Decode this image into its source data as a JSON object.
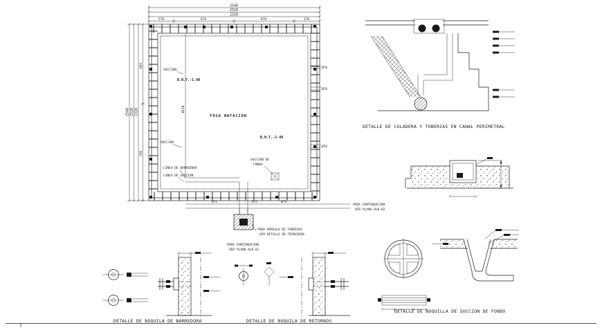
{
  "colors": {
    "ink": "#1a1a1a",
    "paper": "#ffffff"
  },
  "plan": {
    "center_label": "FOSA NATACION",
    "dims_top": [
      "2540",
      "2520",
      "2320"
    ],
    "dims_top_segments": [
      "370",
      "870",
      "870",
      "370"
    ],
    "dims_left": [
      "2540",
      "2520",
      "2320"
    ],
    "dims_left_segments": [
      "604",
      "150"
    ],
    "dims_right": [
      "Ø76",
      "Ø76",
      "Ø76"
    ],
    "dims_bottom": [
      "Ø75",
      "Ø75",
      "Ø76"
    ],
    "suction_label_1": "SUCCION",
    "level_1": "B.N.T.-1.40",
    "pipe_dia": "Ø150",
    "suction_label_2": "SUCCION",
    "line_label_1": "LINEA DE BARREDORA",
    "line_label_2": "LINEA DE SUCCION",
    "level_2": "B.N.T.-2.40",
    "fondo_label_1": "SUCCION DE",
    "fondo_label_2": "FONDO",
    "note_right_1": "PARA CONTINUACION",
    "note_right_2": "VER PLANO ALB-02",
    "note_trench_1": "PARA ARREGLO DE TUBERIAS",
    "note_trench_2": "VER DETALLE DE TRINCHERA",
    "note_bottom_1": "PARA CONTINUACION",
    "note_bottom_2": "VER PLANO ALB-01"
  },
  "details": {
    "perimetral_title": "DETALLE DE COLADERA Y TUBERIAS EN CANAL PERIMETRAL",
    "barredora_title": "DETALLE DE BOQUILA DE BARREDORA",
    "retornos_title": "DETALLE DE BOQUILA DE RETORNOS",
    "succion_title": "DETALLE DE BOQUILLA DE SUCCION DE FONDO"
  }
}
